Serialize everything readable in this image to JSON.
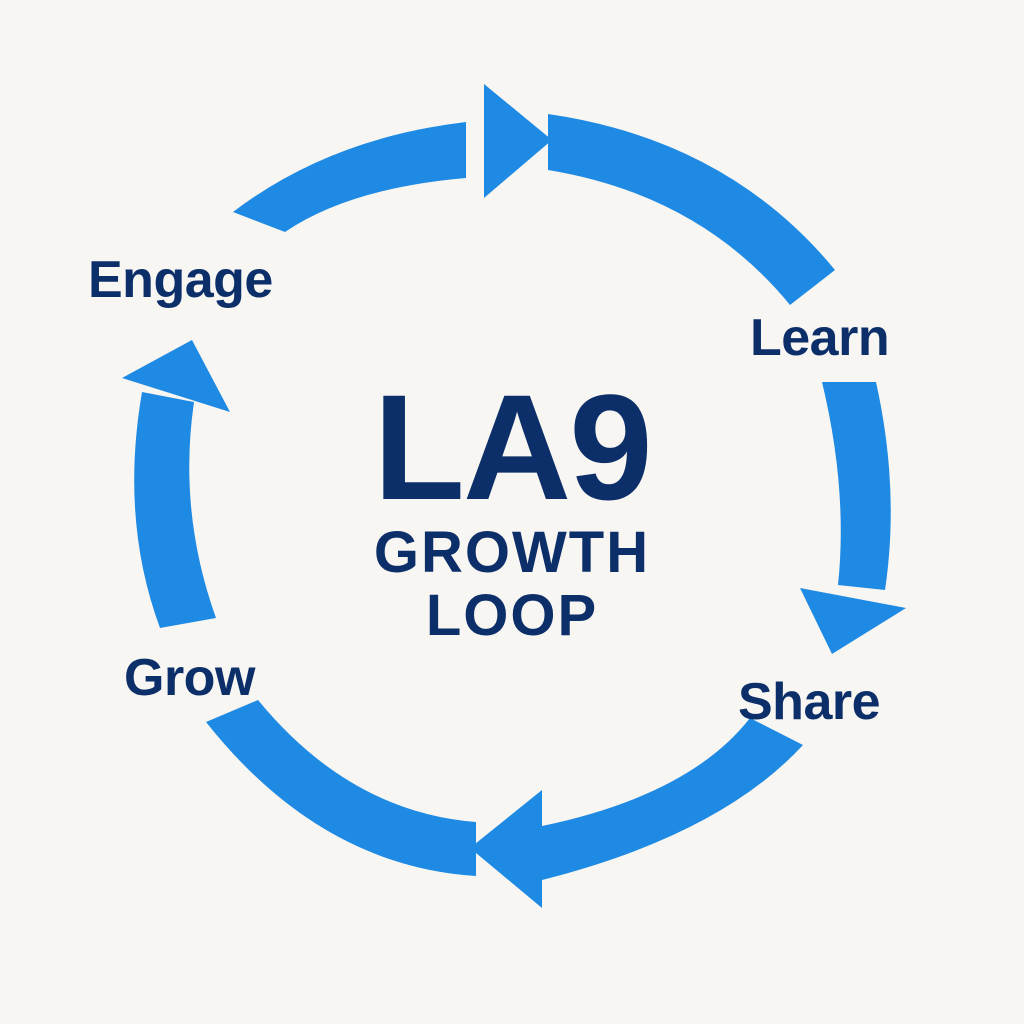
{
  "diagram": {
    "center": {
      "title": "LA9",
      "subtitle_line1": "GROWTH",
      "subtitle_line2": "LOOP"
    },
    "stages": {
      "engage": "Engage",
      "learn": "Learn",
      "share": "Share",
      "grow": "Grow"
    }
  },
  "colors": {
    "background": "#f8f6f3",
    "arrow": "#1f8ae3",
    "text": "#0d2f69"
  }
}
